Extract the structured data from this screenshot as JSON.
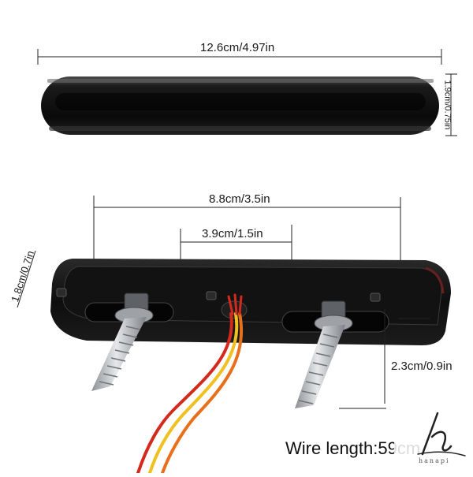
{
  "dimensions": {
    "top_length": "12.6cm/4.97in",
    "top_height": "1.9cm/0.75in",
    "hole_spacing": "8.8cm/3.5in",
    "slot_gap": "3.9cm/1.5in",
    "back_height": "1.8cm/0.7in",
    "bolt_length": "2.3cm/0.9in"
  },
  "wire_label": "Wire length:59cm",
  "logo": {
    "icon": "hanapi-script-logo",
    "text": "hanapi"
  },
  "colors": {
    "housing": "#0d0d0d",
    "lens_highlight": "#3a3a3a",
    "wire_red": "#d42a1e",
    "wire_yellow": "#f0c020",
    "wire_orange": "#e8701a",
    "bolt": "#b8bcc0"
  }
}
